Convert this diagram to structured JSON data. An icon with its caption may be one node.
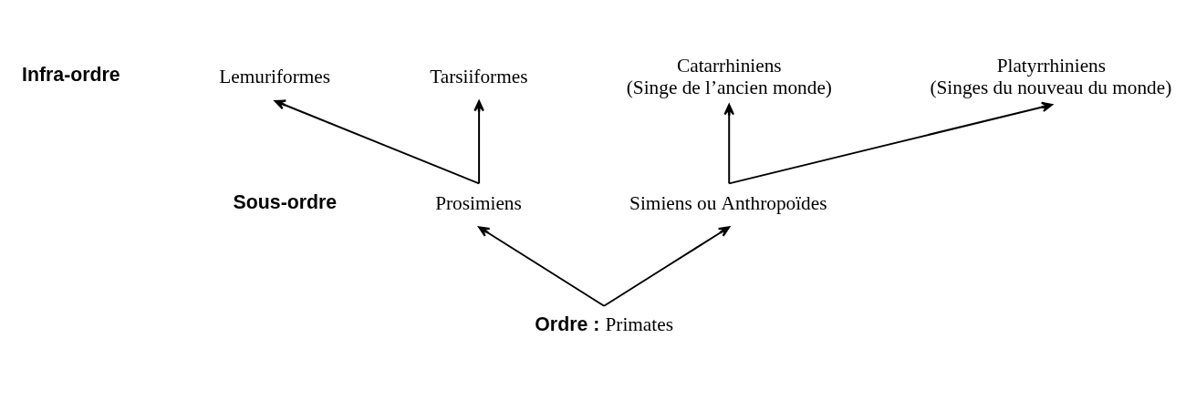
{
  "diagram": {
    "nodes": [
      {
        "text": [
          "Lemuriformes"
        ]
      },
      {
        "text": [
          "Tarsiiformes"
        ]
      },
      {
        "text": [
          "Catarrhiniens",
          "(Singe de l’ancien monde)"
        ]
      },
      {
        "text": [
          "Platyrrhiniens",
          "(Singes du nouveau du monde)"
        ]
      },
      {
        "text": [
          "Prosimiens"
        ]
      },
      {
        "text": [
          "Simiens ou Anthropoïdes"
        ]
      },
      {
        "text": [
          "**Ordre :** Primates"
        ]
      }
    ],
    "edges": [
      {
        "from": 6,
        "to": 4,
        "arrow": "to"
      },
      {
        "from": 6,
        "to": 5,
        "arrow": "to"
      },
      {
        "from": 4,
        "to": 0,
        "arrow": "to"
      },
      {
        "from": 4,
        "to": 1,
        "arrow": "to"
      },
      {
        "from": 5,
        "to": 2,
        "arrow": "to"
      },
      {
        "from": 5,
        "to": 3,
        "arrow": "to"
      }
    ],
    "labels": [
      "Infra-ordre",
      "Sous-ordre"
    ]
  }
}
